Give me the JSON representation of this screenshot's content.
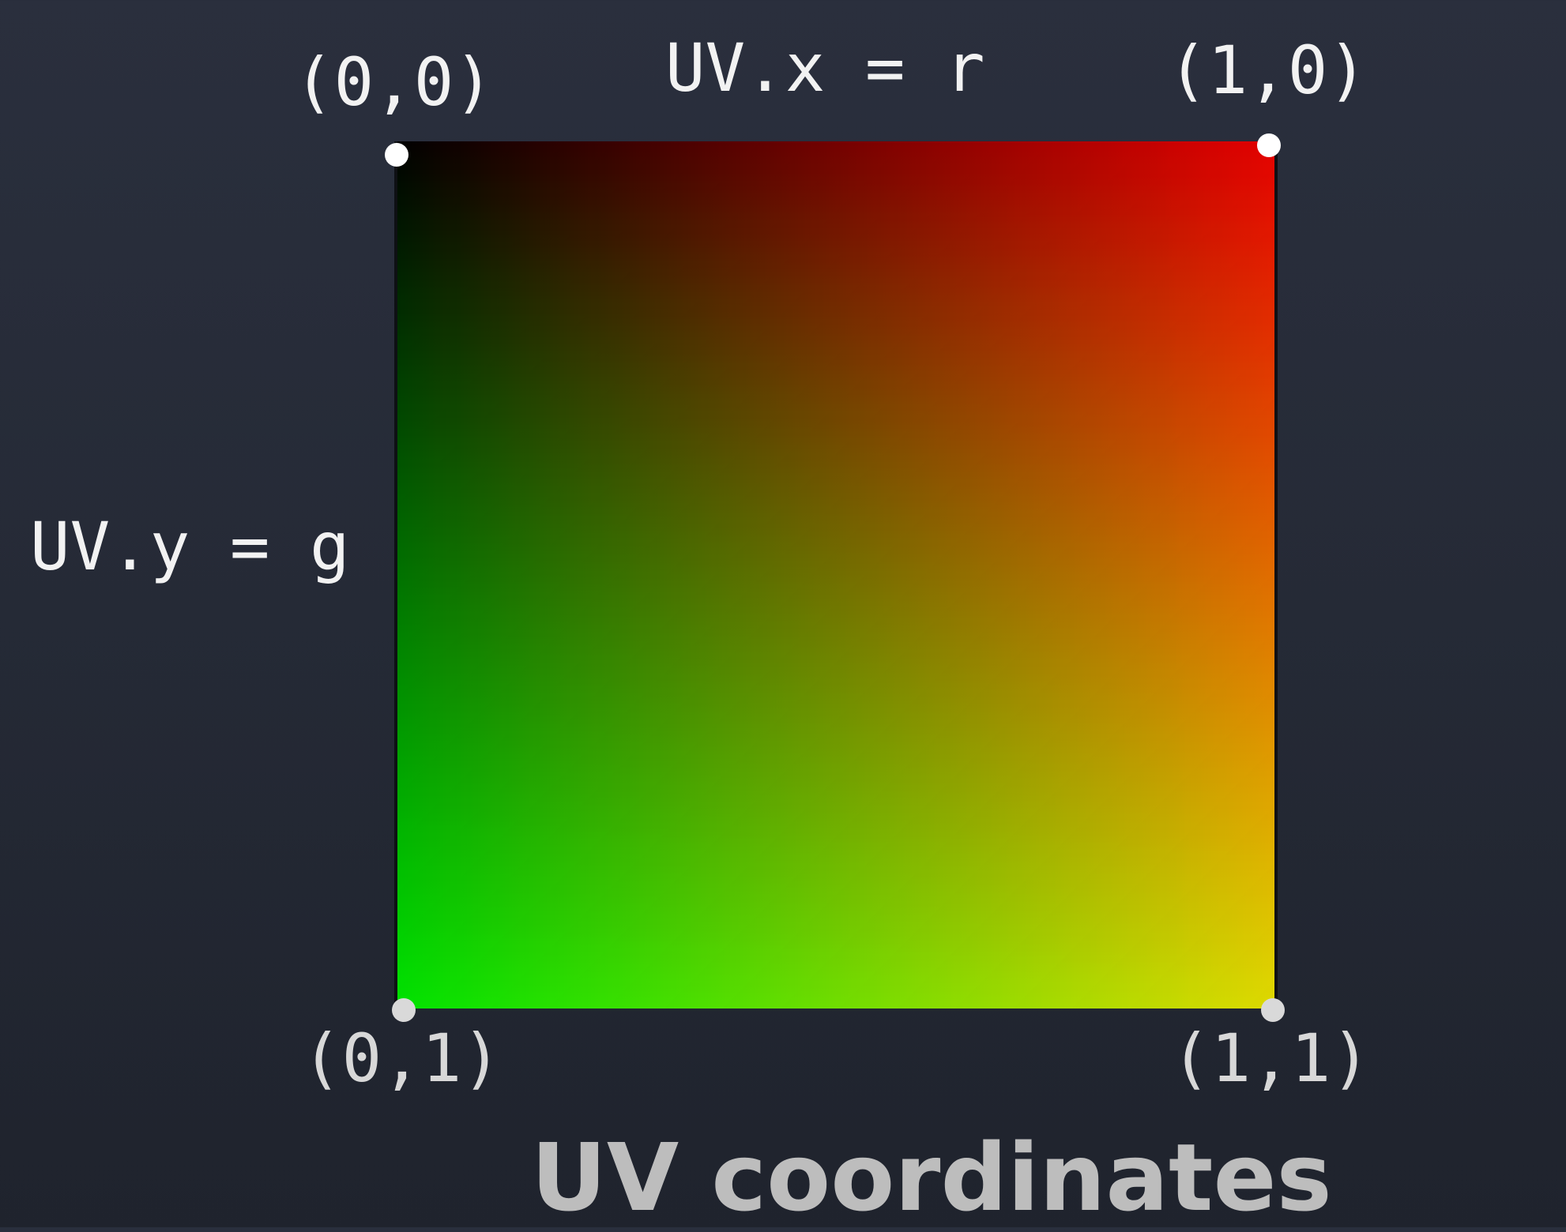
{
  "diagram": {
    "corners": {
      "top_left": "(0,0)",
      "top_right": "(1,0)",
      "bottom_left": "(0,1)",
      "bottom_right": "(1,1)"
    },
    "axis_x_label": "UV.x = r",
    "axis_y_label": "UV.y = g",
    "title": "UV coordinates"
  },
  "colors": {
    "background": "#262b37",
    "top_left": "#000000",
    "top_right": "#e8301f",
    "bottom_left": "#5fd03c",
    "bottom_right": "#dccf48",
    "title_text": "#bdbdbd",
    "label_text": "#f2f2f2"
  }
}
